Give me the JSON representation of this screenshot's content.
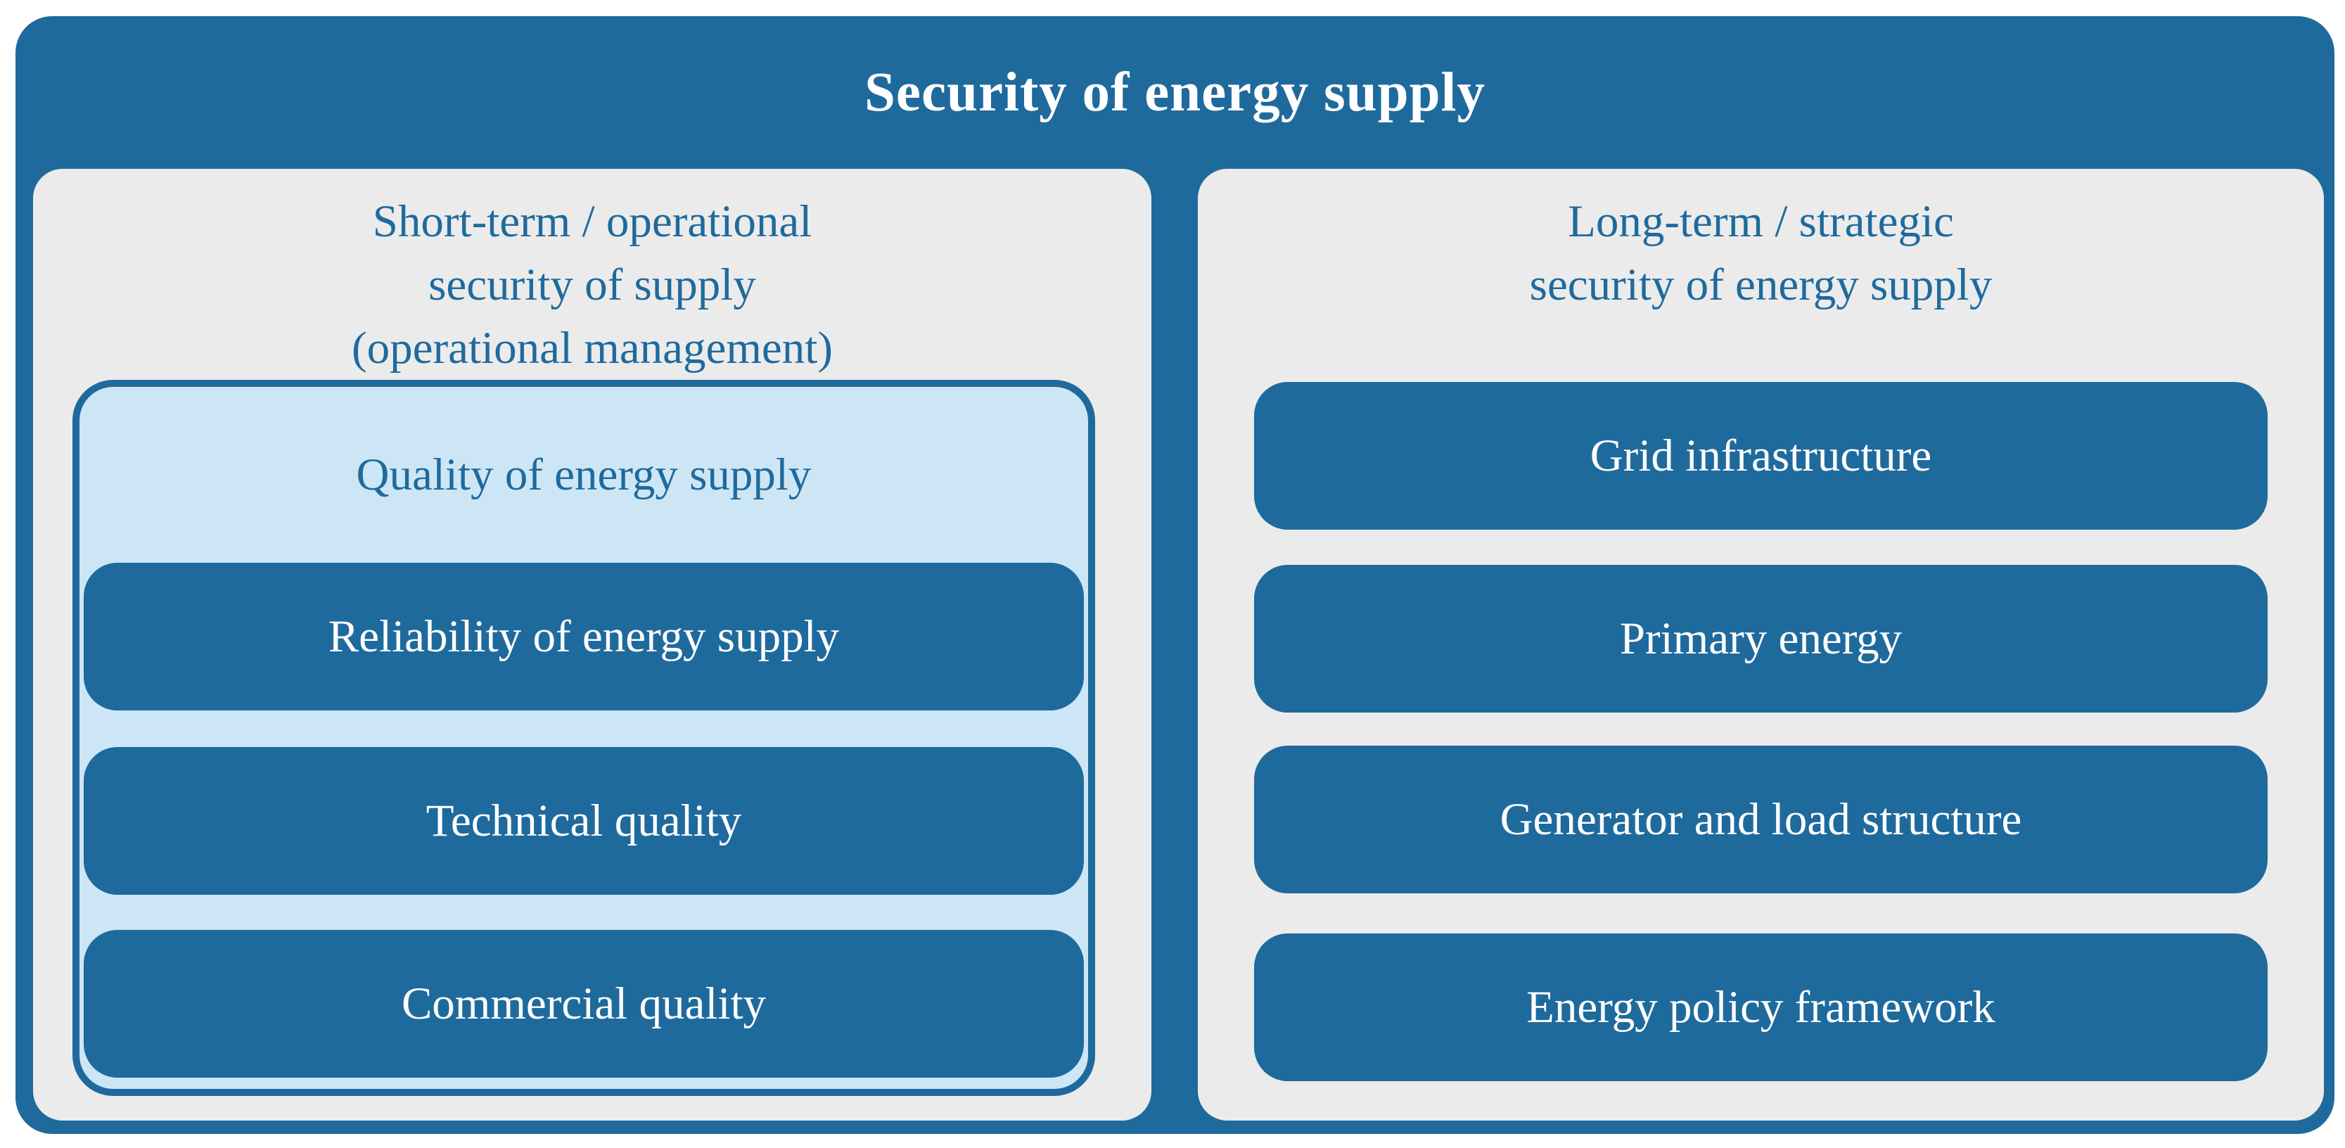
{
  "colors": {
    "frame_blue": "#1f6a9d",
    "light_blue": "#cde6f5",
    "panel_gray": "#ebebeb",
    "box_text": "#ffffff"
  },
  "title": "Security of energy supply",
  "left_panel": {
    "header_lines": [
      "Short-term / operational",
      "security of supply",
      "(operational management)"
    ],
    "container": {
      "title": "Quality of energy supply",
      "boxes": [
        "Reliability of energy supply",
        "Technical quality",
        "Commercial quality"
      ]
    }
  },
  "right_panel": {
    "header_lines": [
      "Long-term / strategic",
      "security of energy supply"
    ],
    "boxes": [
      "Grid infrastructure",
      "Primary energy",
      "Generator and load structure",
      "Energy policy framework"
    ]
  }
}
